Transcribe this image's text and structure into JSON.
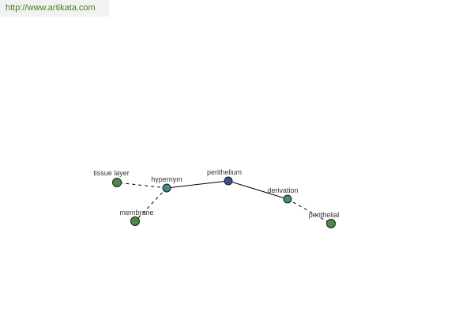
{
  "banner": {
    "url": "http://www.artikata.com"
  },
  "colors": {
    "url_text": "#4d7a1a",
    "banner_bg": "#f2f2f2",
    "edge": "#000000",
    "label": "#333333",
    "node_outline": "#1a1a1a",
    "center_node": "#3c4f8c",
    "relation_node": "#3d8c87",
    "leaf_node": "#4a8a4a"
  },
  "graph": {
    "nodes": [
      {
        "id": "perithelium",
        "label": "perithelium",
        "kind": "center"
      },
      {
        "id": "hypernym",
        "label": "hypernym",
        "kind": "relation"
      },
      {
        "id": "derivation",
        "label": "derivation",
        "kind": "relation"
      },
      {
        "id": "tissue-layer",
        "label": "tissue layer",
        "kind": "leaf"
      },
      {
        "id": "membrane",
        "label": "membrane",
        "kind": "leaf"
      },
      {
        "id": "perithelial",
        "label": "perithelial",
        "kind": "leaf"
      }
    ],
    "edges": [
      {
        "from": "perithelium",
        "to": "hypernym",
        "style": "solid"
      },
      {
        "from": "perithelium",
        "to": "derivation",
        "style": "solid"
      },
      {
        "from": "hypernym",
        "to": "tissue-layer",
        "style": "dashed"
      },
      {
        "from": "hypernym",
        "to": "membrane",
        "style": "dashed"
      },
      {
        "from": "derivation",
        "to": "perithelial",
        "style": "dashed"
      }
    ]
  }
}
